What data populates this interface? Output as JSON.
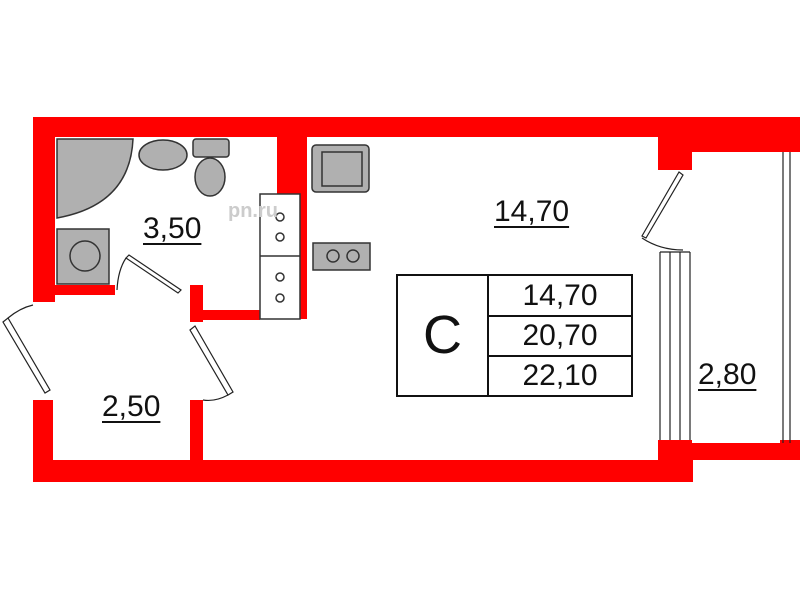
{
  "rooms": {
    "bathroom_area": "3,50",
    "hallway_area": "2,50",
    "living_area_label": "14,70",
    "balcony_area": "2,80"
  },
  "info_table": {
    "type_letter": "С",
    "living_area": "14,70",
    "total_area": "20,70",
    "total_with_balcony": "22,10"
  },
  "watermark": "pn.ru",
  "colors": {
    "wall": "#ff0000",
    "fixture": "#b0b0b0"
  }
}
